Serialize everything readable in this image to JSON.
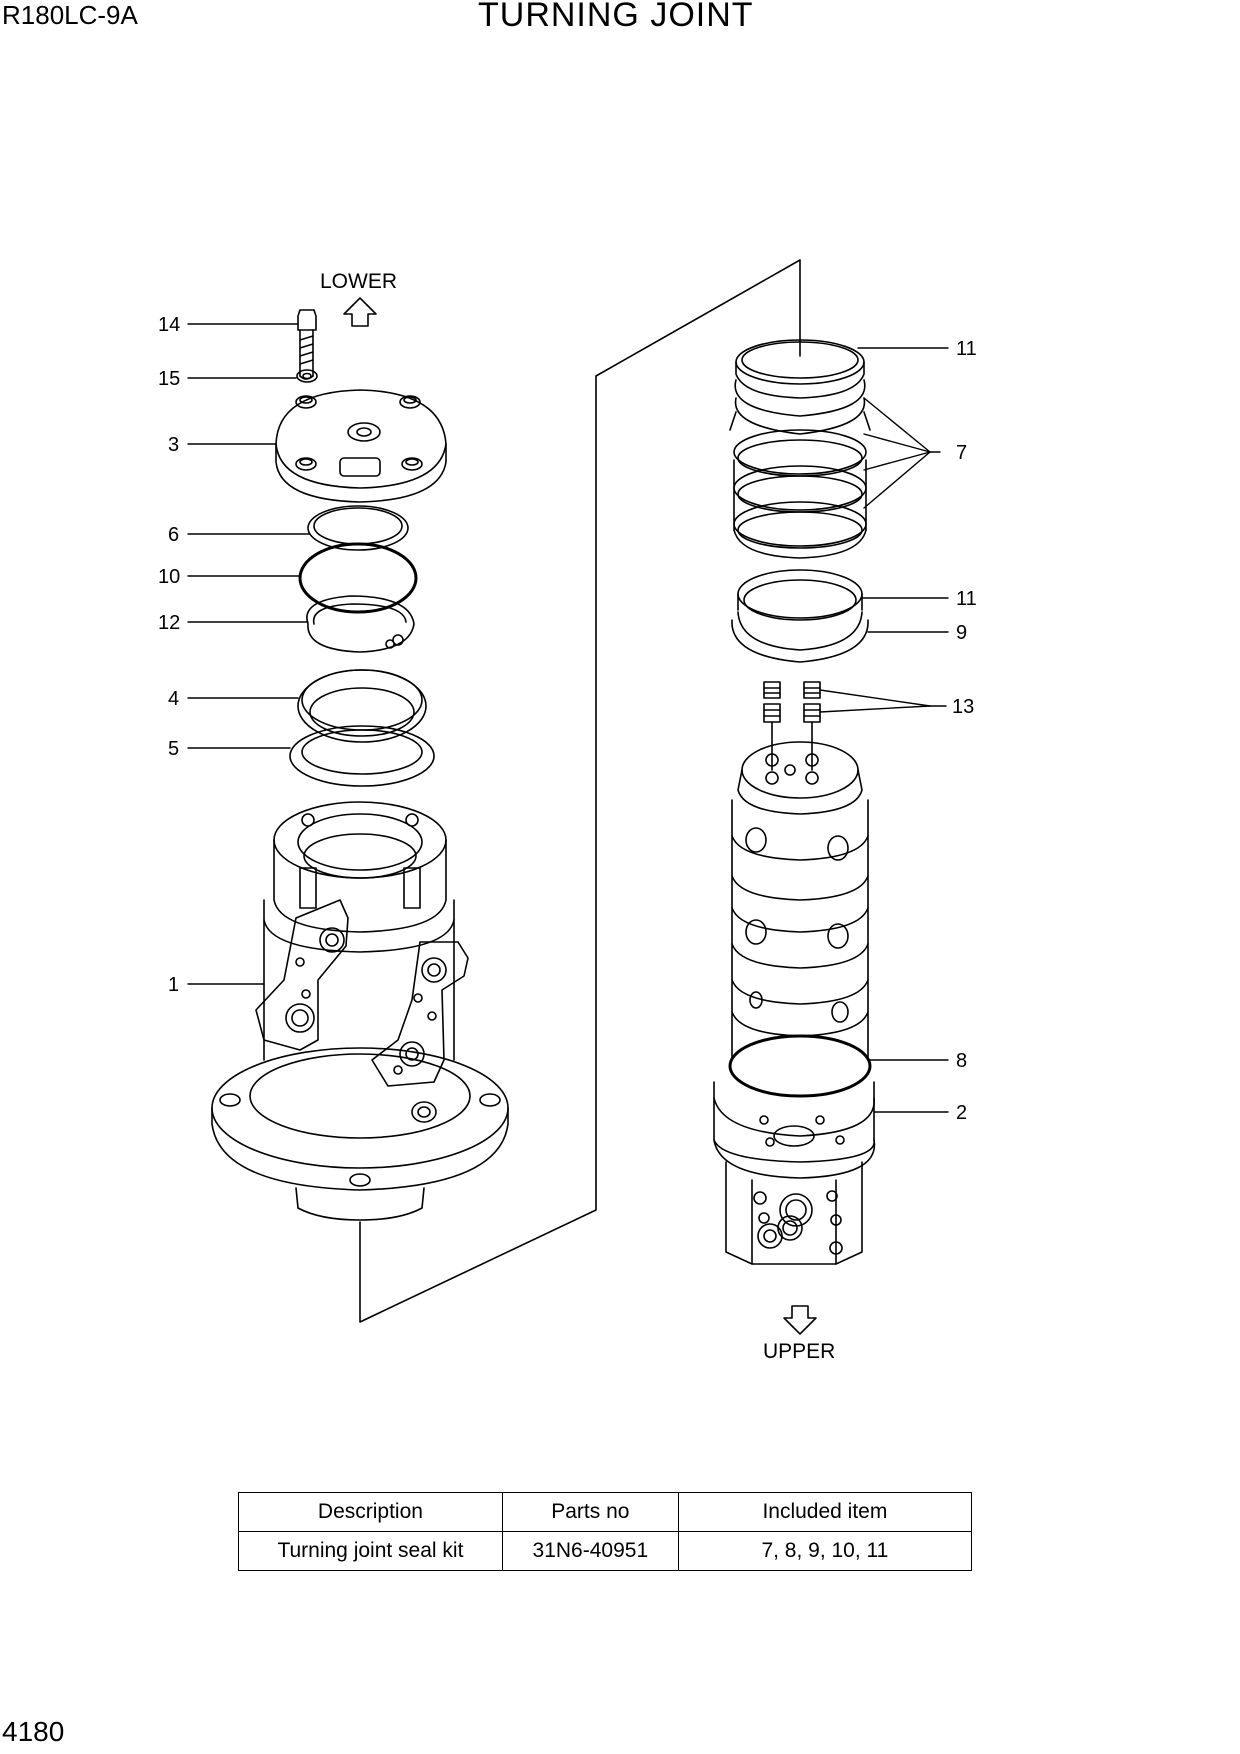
{
  "header": {
    "model": "R180LC-9A",
    "title": "TURNING JOINT"
  },
  "footer": {
    "page_number": "4180"
  },
  "directions": {
    "lower": "LOWER",
    "upper": "UPPER"
  },
  "callouts": {
    "c14": "14",
    "c15": "15",
    "c3": "3",
    "c6": "6",
    "c10": "10",
    "c12": "12",
    "c4": "4",
    "c5": "5",
    "c1": "1",
    "c11a": "11",
    "c7": "7",
    "c11b": "11",
    "c9": "9",
    "c13": "13",
    "c8": "8",
    "c2": "2"
  },
  "kit_table": {
    "headers": [
      "Description",
      "Parts no",
      "Included item"
    ],
    "rows": [
      [
        "Turning joint seal kit",
        "31N6-40951",
        "7, 8, 9, 10, 11"
      ]
    ]
  }
}
